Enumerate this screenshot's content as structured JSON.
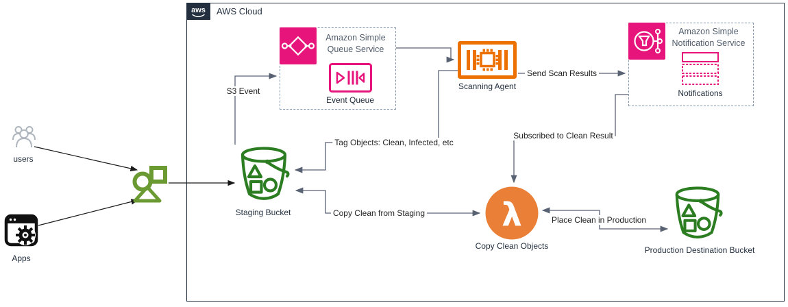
{
  "cloud": {
    "logo_text": "aws",
    "title": "AWS Cloud"
  },
  "actors": {
    "users": {
      "label": "users"
    },
    "apps": {
      "label": "Apps"
    }
  },
  "groups": {
    "sqs": {
      "title": "Amazon Simple Queue Service",
      "item_label": "Event Queue"
    },
    "sns": {
      "title": "Amazon Simple Notification Service",
      "item_label": "Notifications"
    }
  },
  "nodes": {
    "staging_bucket": {
      "label": "Staging Bucket"
    },
    "scanning_agent": {
      "label": "Scanning Agent"
    },
    "copy_clean_objects": {
      "label": "Copy Clean Objects",
      "glyph": "λ"
    },
    "production_bucket": {
      "label": "Production Destination Bucket"
    }
  },
  "edges": {
    "s3_event": {
      "label": "S3 Event"
    },
    "send_scan_results": {
      "label": "Send Scan Results"
    },
    "tag_objects": {
      "label": "Tag Objects: Clean, Infected, etc"
    },
    "subscribed_to_clean_result": {
      "label": "Subscribed to Clean Result"
    },
    "copy_clean_from_staging": {
      "label": "Copy Clean from Staging"
    },
    "place_clean_in_production": {
      "label": "Place Clean in Production"
    }
  },
  "colors": {
    "aws_navy": "#232F3E",
    "integration_pink": "#E7157B",
    "compute_orange": "#ED7100",
    "lambda_orange": "#EA8038",
    "bucket_green": "#2C7D21",
    "objects_green": "#6B9A32",
    "connector_gray": "#596273",
    "group_dash": "#8498AF"
  }
}
